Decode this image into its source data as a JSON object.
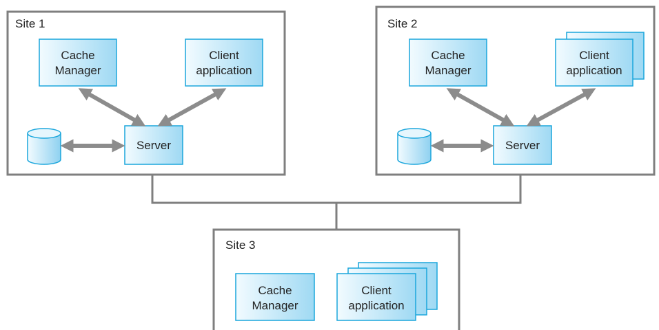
{
  "sites": [
    {
      "title": "Site 1",
      "cache_manager": [
        "Cache",
        "Manager"
      ],
      "client_application": [
        "Client",
        "application"
      ],
      "server": "Server"
    },
    {
      "title": "Site 2",
      "cache_manager": [
        "Cache",
        "Manager"
      ],
      "client_application": [
        "Client",
        "application"
      ],
      "server": "Server"
    },
    {
      "title": "Site 3",
      "cache_manager": [
        "Cache",
        "Manager"
      ],
      "client_application": [
        "Client",
        "application"
      ]
    }
  ],
  "colors": {
    "site_border": "#7f7f7f",
    "network_line": "#7f7f7f",
    "arrow": "#8c8c8c",
    "box_fill_light": "#eaf7fd",
    "box_fill_dark": "#9fd9f3",
    "box_border": "#1aa6dc"
  }
}
